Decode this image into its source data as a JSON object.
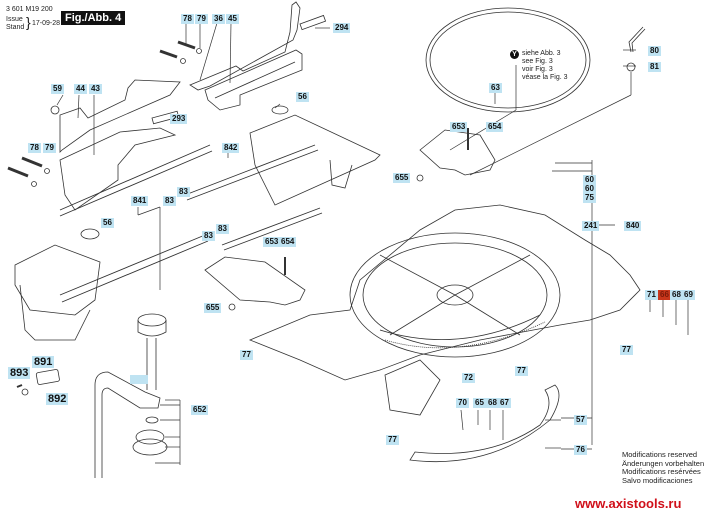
{
  "header": {
    "doc_number": "3 601 M19 200",
    "issue_label_1": "Issue",
    "issue_label_2": "Stand",
    "issue_date": "17-09-28",
    "figure_label": "Fig./Abb. 4"
  },
  "see_note": {
    "symbol": "Y",
    "lines": [
      "siehe Abb. 3",
      "see Fig. 3",
      "voir Fig. 3",
      "véase la Fig. 3"
    ]
  },
  "modifications": [
    "Modifications reserved",
    "Änderungen vorbehalten",
    "Modifications resérvées",
    "Salvo modificaciones"
  ],
  "watermark": "www.axistools.ru",
  "colors": {
    "label_bg": "#bfe3f2",
    "highlight_label_bg": "#c8361b",
    "watermark": "#d0101a"
  },
  "part_labels": [
    {
      "id": "78a",
      "text": "78"
    },
    {
      "id": "79a",
      "text": "79"
    },
    {
      "id": "36",
      "text": "36"
    },
    {
      "id": "45",
      "text": "45"
    },
    {
      "id": "294",
      "text": "294"
    },
    {
      "id": "59",
      "text": "59"
    },
    {
      "id": "44",
      "text": "44"
    },
    {
      "id": "43",
      "text": "43"
    },
    {
      "id": "293",
      "text": "293"
    },
    {
      "id": "56a",
      "text": "56"
    },
    {
      "id": "78b",
      "text": "78"
    },
    {
      "id": "79b",
      "text": "79"
    },
    {
      "id": "842",
      "text": "842"
    },
    {
      "id": "841",
      "text": "841"
    },
    {
      "id": "83a",
      "text": "83"
    },
    {
      "id": "83b",
      "text": "83"
    },
    {
      "id": "83c",
      "text": "83"
    },
    {
      "id": "83d",
      "text": "83"
    },
    {
      "id": "56b",
      "text": "56"
    },
    {
      "id": "653a",
      "text": "653"
    },
    {
      "id": "654a",
      "text": "654"
    },
    {
      "id": "655a",
      "text": "655"
    },
    {
      "id": "653b",
      "text": "653"
    },
    {
      "id": "654b",
      "text": "654"
    },
    {
      "id": "655b",
      "text": "655"
    },
    {
      "id": "63",
      "text": "63"
    },
    {
      "id": "80",
      "text": "80"
    },
    {
      "id": "81",
      "text": "81"
    },
    {
      "id": "60a",
      "text": "60"
    },
    {
      "id": "60b",
      "text": "60"
    },
    {
      "id": "75",
      "text": "75"
    },
    {
      "id": "241",
      "text": "241"
    },
    {
      "id": "840",
      "text": "840"
    },
    {
      "id": "71",
      "text": "71"
    },
    {
      "id": "66",
      "text": "66",
      "highlighted": true
    },
    {
      "id": "68a",
      "text": "68"
    },
    {
      "id": "69",
      "text": "69"
    },
    {
      "id": "77a",
      "text": "77"
    },
    {
      "id": "77b",
      "text": "77"
    },
    {
      "id": "77c",
      "text": "77"
    },
    {
      "id": "77d",
      "text": "77"
    },
    {
      "id": "72",
      "text": "72"
    },
    {
      "id": "70",
      "text": "70"
    },
    {
      "id": "65",
      "text": "65"
    },
    {
      "id": "68b",
      "text": "68"
    },
    {
      "id": "67",
      "text": "67"
    },
    {
      "id": "57",
      "text": "57"
    },
    {
      "id": "76",
      "text": "76"
    },
    {
      "id": "652",
      "text": "652"
    },
    {
      "id": "891",
      "text": "891"
    },
    {
      "id": "893",
      "text": "893"
    },
    {
      "id": "892",
      "text": "892"
    },
    {
      "id": "blank",
      "text": ""
    }
  ]
}
